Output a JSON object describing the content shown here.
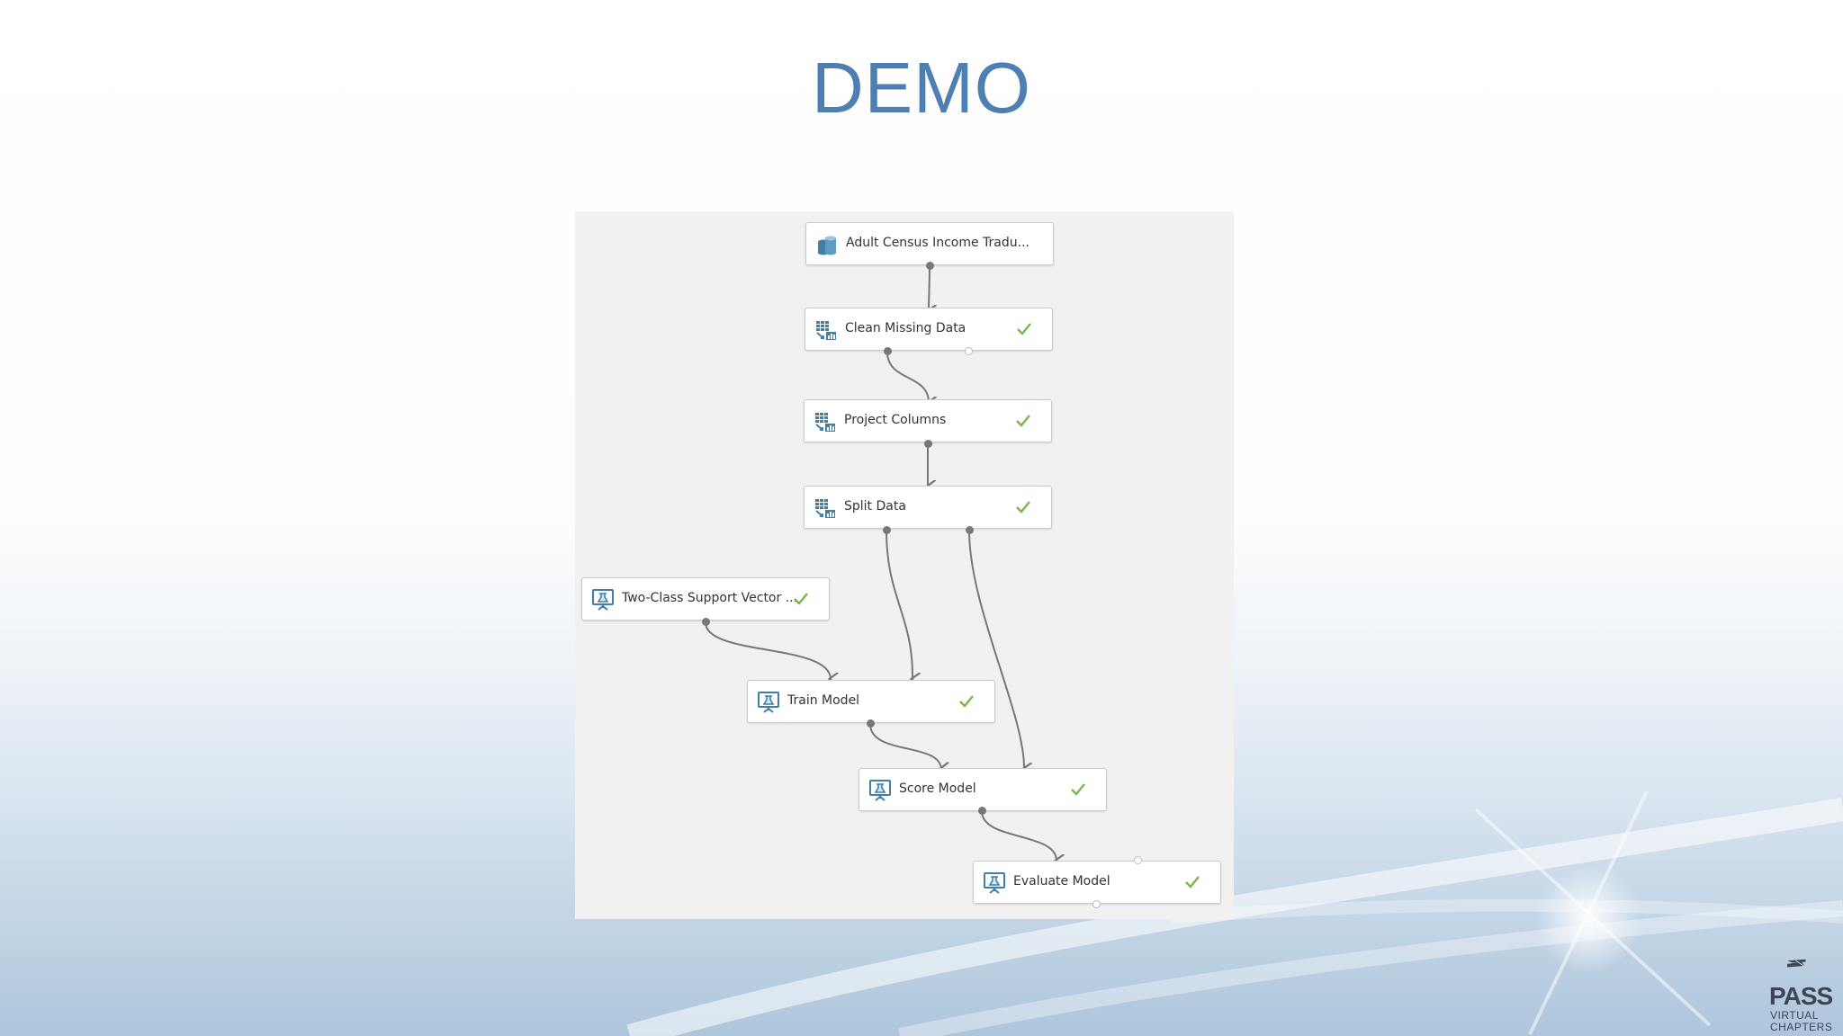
{
  "slide": {
    "title": "DEMO"
  },
  "experiment": {
    "nodes": [
      {
        "id": "dataset",
        "label": "Adult Census Income Tradu...",
        "icon": "dataset-icon",
        "status": ""
      },
      {
        "id": "clean",
        "label": "Clean Missing Data",
        "icon": "data-transform-icon",
        "status": "completed"
      },
      {
        "id": "project",
        "label": "Project Columns",
        "icon": "data-transform-icon",
        "status": "completed"
      },
      {
        "id": "split",
        "label": "Split Data",
        "icon": "data-transform-icon",
        "status": "completed"
      },
      {
        "id": "svm",
        "label": "Two-Class Support Vector ...",
        "icon": "ml-module-icon",
        "status": "completed"
      },
      {
        "id": "train",
        "label": "Train Model",
        "icon": "ml-module-icon",
        "status": "completed"
      },
      {
        "id": "score",
        "label": "Score Model",
        "icon": "ml-module-icon",
        "status": "completed"
      },
      {
        "id": "evaluate",
        "label": "Evaluate Model",
        "icon": "ml-module-icon",
        "status": "completed"
      }
    ],
    "connections": [
      [
        "dataset",
        "clean"
      ],
      [
        "clean",
        "project"
      ],
      [
        "project",
        "split"
      ],
      [
        "svm",
        "train"
      ],
      [
        "split",
        "train"
      ],
      [
        "train",
        "score"
      ],
      [
        "split",
        "score"
      ],
      [
        "score",
        "evaluate"
      ]
    ]
  },
  "logo": {
    "name": "PASS",
    "line1": "VIRTUAL",
    "line2": "CHAPTERS"
  },
  "colors": {
    "title": "#4e7fb3",
    "check": "#7ab648",
    "icon": "#3f7fa8"
  }
}
